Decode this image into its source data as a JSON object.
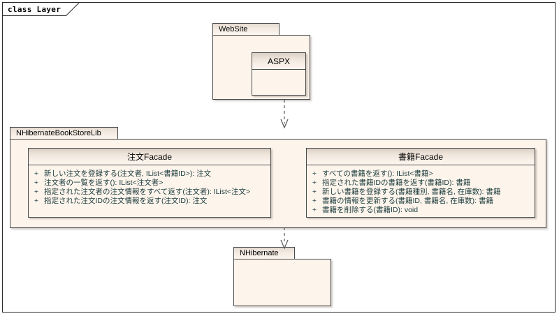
{
  "frame": {
    "label": "class Layer"
  },
  "packages": [
    {
      "id": "website",
      "name": "WebSite",
      "classes": [
        {
          "name": "ASPX",
          "operations": []
        }
      ]
    },
    {
      "id": "nhibernatebookstorelib",
      "name": "NHibernateBookStoreLib",
      "classes": [
        {
          "name": "注文Facade",
          "operations": [
            {
              "visibility": "+",
              "signature": "新しい注文を登録する(注文者, IList<書籍ID>): 注文"
            },
            {
              "visibility": "+",
              "signature": "注文者の一覧を返す(): IList<注文者>"
            },
            {
              "visibility": "+",
              "signature": "指定された注文者の注文情報をすべて返す(注文者): IList<注文>"
            },
            {
              "visibility": "+",
              "signature": "指定された注文IDの注文情報を返す(注文ID): 注文"
            }
          ]
        },
        {
          "name": "書籍Facade",
          "operations": [
            {
              "visibility": "+",
              "signature": "すべての書籍を返す(): IList<書籍>"
            },
            {
              "visibility": "+",
              "signature": "指定された書籍IDの書籍を返す(書籍ID): 書籍"
            },
            {
              "visibility": "+",
              "signature": "新しい書籍を登録する(書籍種別, 書籍名, 在庫数): 書籍"
            },
            {
              "visibility": "+",
              "signature": "書籍の情報を更新する(書籍ID, 書籍名, 在庫数): 書籍"
            },
            {
              "visibility": "+",
              "signature": "書籍を削除する(書籍ID): void"
            }
          ]
        }
      ]
    },
    {
      "id": "nhibernate",
      "name": "NHibernate",
      "classes": []
    }
  ],
  "dependencies": [
    {
      "from": "WebSite",
      "to": "NHibernateBookStoreLib",
      "style": "dashed",
      "arrow": "open"
    },
    {
      "from": "NHibernateBookStoreLib",
      "to": "NHibernate",
      "style": "dashed",
      "arrow": "open"
    }
  ],
  "colors": {
    "frame_border": "#2b2b2b",
    "box_border": "#4a4a4a",
    "box_fill": "#fdf4ec",
    "header_fill": "#e6dcd2",
    "text": "#000000",
    "operation_text": "#1b3b3b",
    "arrow": "#555555"
  }
}
